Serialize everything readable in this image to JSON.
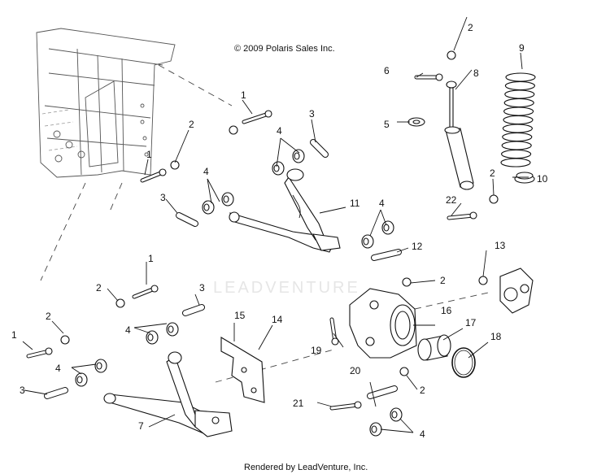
{
  "diagram": {
    "copyright": "© 2009 Polaris Sales Inc.",
    "footer": "Rendered by LeadVenture, Inc.",
    "watermark": "LEADVENTURE",
    "callouts": [
      {
        "id": "c1a",
        "text": "1"
      },
      {
        "id": "c1b",
        "text": "1"
      },
      {
        "id": "c1c",
        "text": "1"
      },
      {
        "id": "c1d",
        "text": "1"
      },
      {
        "id": "c2a",
        "text": "2"
      },
      {
        "id": "c2b",
        "text": "2"
      },
      {
        "id": "c2c",
        "text": "2"
      },
      {
        "id": "c2d",
        "text": "2"
      },
      {
        "id": "c2e",
        "text": "2"
      },
      {
        "id": "c2f",
        "text": "2"
      },
      {
        "id": "c2g",
        "text": "2"
      },
      {
        "id": "c3a",
        "text": "3"
      },
      {
        "id": "c3b",
        "text": "3"
      },
      {
        "id": "c3c",
        "text": "3"
      },
      {
        "id": "c3d",
        "text": "3"
      },
      {
        "id": "c4a",
        "text": "4"
      },
      {
        "id": "c4b",
        "text": "4"
      },
      {
        "id": "c4c",
        "text": "4"
      },
      {
        "id": "c4d",
        "text": "4"
      },
      {
        "id": "c4e",
        "text": "4"
      },
      {
        "id": "c4f",
        "text": "4"
      },
      {
        "id": "c5",
        "text": "5"
      },
      {
        "id": "c6",
        "text": "6"
      },
      {
        "id": "c7",
        "text": "7"
      },
      {
        "id": "c8",
        "text": "8"
      },
      {
        "id": "c9",
        "text": "9"
      },
      {
        "id": "c10",
        "text": "10"
      },
      {
        "id": "c11",
        "text": "11"
      },
      {
        "id": "c12",
        "text": "12"
      },
      {
        "id": "c13",
        "text": "13"
      },
      {
        "id": "c14",
        "text": "14"
      },
      {
        "id": "c15",
        "text": "15"
      },
      {
        "id": "c16",
        "text": "16"
      },
      {
        "id": "c17",
        "text": "17"
      },
      {
        "id": "c18",
        "text": "18"
      },
      {
        "id": "c19",
        "text": "19"
      },
      {
        "id": "c20",
        "text": "20"
      },
      {
        "id": "c21",
        "text": "21"
      },
      {
        "id": "c22",
        "text": "22"
      }
    ]
  }
}
